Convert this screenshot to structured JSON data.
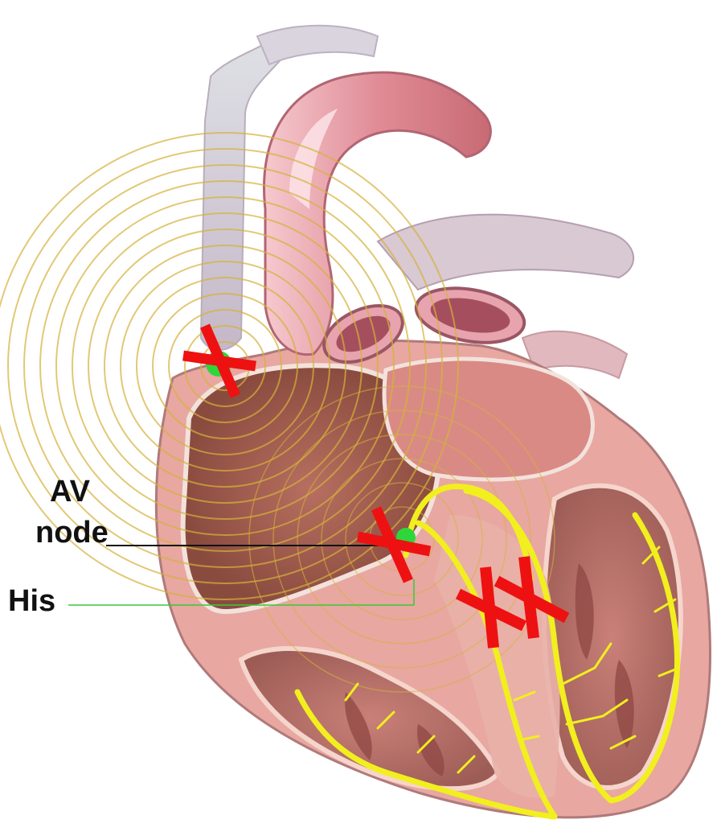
{
  "labels": {
    "av": "AV",
    "node": "node",
    "his": "His"
  },
  "colors": {
    "conduction_pathway": "#f2ef1e",
    "block_marker": "#ee1111",
    "sa_node": "#2fd63a",
    "av_node": "#2fd63a",
    "his_leader": "#39c93a",
    "av_leader": "#111111",
    "myocardium": "#e79a95",
    "vessel": "#d77f86",
    "chamber_wall": "#f0b6ad",
    "impulse_rings": "#d6b23b"
  },
  "markers": [
    {
      "name": "sa-node-block-marker",
      "meaning": "block"
    },
    {
      "name": "av-node-block-marker",
      "meaning": "block"
    },
    {
      "name": "left-bundle-block-marker",
      "meaning": "block"
    },
    {
      "name": "right-bundle-block-marker",
      "meaning": "block"
    }
  ]
}
